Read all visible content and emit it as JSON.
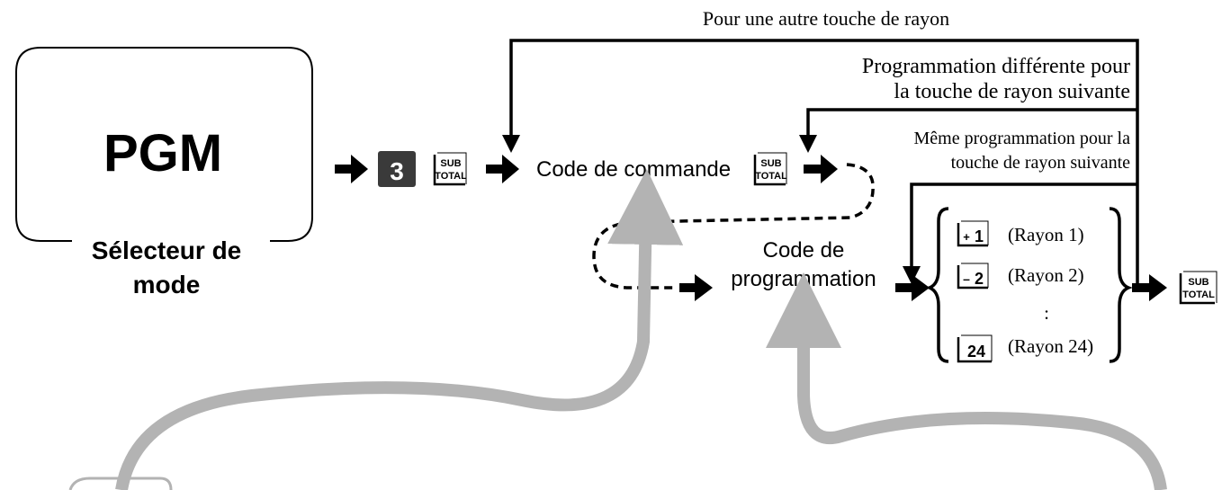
{
  "mode_selector": {
    "mode": "PGM",
    "label_line1": "Sélecteur de",
    "label_line2": "mode"
  },
  "keys": {
    "number_key": "3",
    "subtotal_top": "SUB",
    "subtotal_bottom": "TOTAL",
    "dept1_sign": "+",
    "dept1_num": "1",
    "dept2_sign": "–",
    "dept2_num": "2",
    "dept24_num": "24"
  },
  "labels": {
    "command_code": "Code de commande",
    "program_code_line1": "Code de",
    "program_code_line2": "programmation",
    "other_dept_key": "Pour une autre touche de rayon",
    "different_prog_line1": "Programmation différente pour",
    "different_prog_line2": "la touche de rayon suivante",
    "same_prog_line1": "Même programmation pour la",
    "same_prog_line2": "touche de rayon suivante"
  },
  "departments": {
    "dept1": "(Rayon 1)",
    "dept2": "(Rayon 2)",
    "ellipsis": ":",
    "dept24": "(Rayon 24)"
  },
  "colors": {
    "line": "#000000",
    "key_fill": "#3a3a3a",
    "callout_gray": "#b3b3b3"
  }
}
